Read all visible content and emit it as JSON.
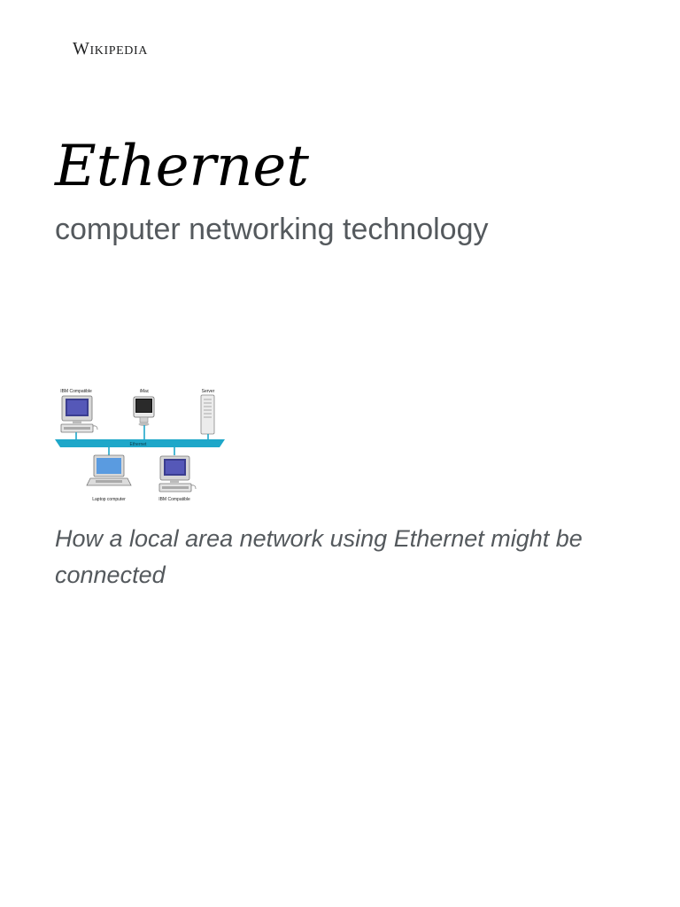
{
  "header": {
    "wordmark": "Wikipedia"
  },
  "article": {
    "title": "Ethernet",
    "short_description": "computer networking technology"
  },
  "infobox_image": {
    "caption": "How a local area network using Ethernet might be connected",
    "labels": {
      "top_left": "IBM Compatible",
      "top_middle": "iMac",
      "top_right": "Server",
      "bus": "Ethernet",
      "bottom_left": "Laptop computer",
      "bottom_right": "IBM Compatible"
    }
  },
  "colors": {
    "bus": "#1ea7c9",
    "text_primary": "#000000",
    "text_secondary": "#54595d"
  }
}
